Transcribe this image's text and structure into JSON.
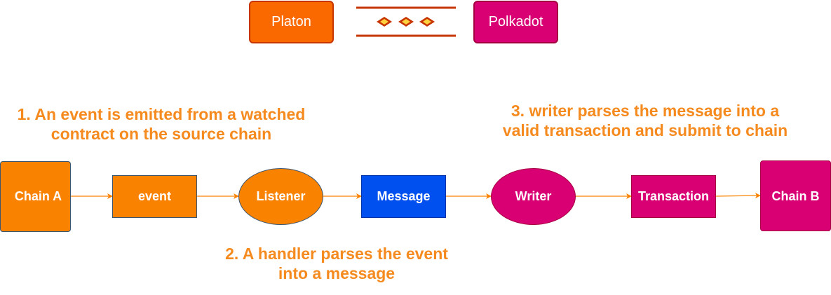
{
  "header": {
    "left_label": "Platon",
    "right_label": "Polkadot"
  },
  "captions": {
    "step1_line1": "1. An event is emitted from a watched",
    "step1_line2": "contract on the source chain",
    "step2_line1": "2. A handler parses the event",
    "step2_line2": "into a message",
    "step3_line1": "3. writer parses the message into a",
    "step3_line2": "valid transaction and submit to chain"
  },
  "nodes": {
    "chain_a": "Chain A",
    "event": "event",
    "listener": "Listener",
    "message": "Message",
    "writer": "Writer",
    "transaction": "Transaction",
    "chain_b": "Chain B"
  },
  "colors": {
    "orange": "#f98200",
    "orange_text": "#f58a1f",
    "magenta": "#d80073",
    "blue": "#0050ef",
    "arrow": "#f98200",
    "connector_line": "#c73500"
  }
}
